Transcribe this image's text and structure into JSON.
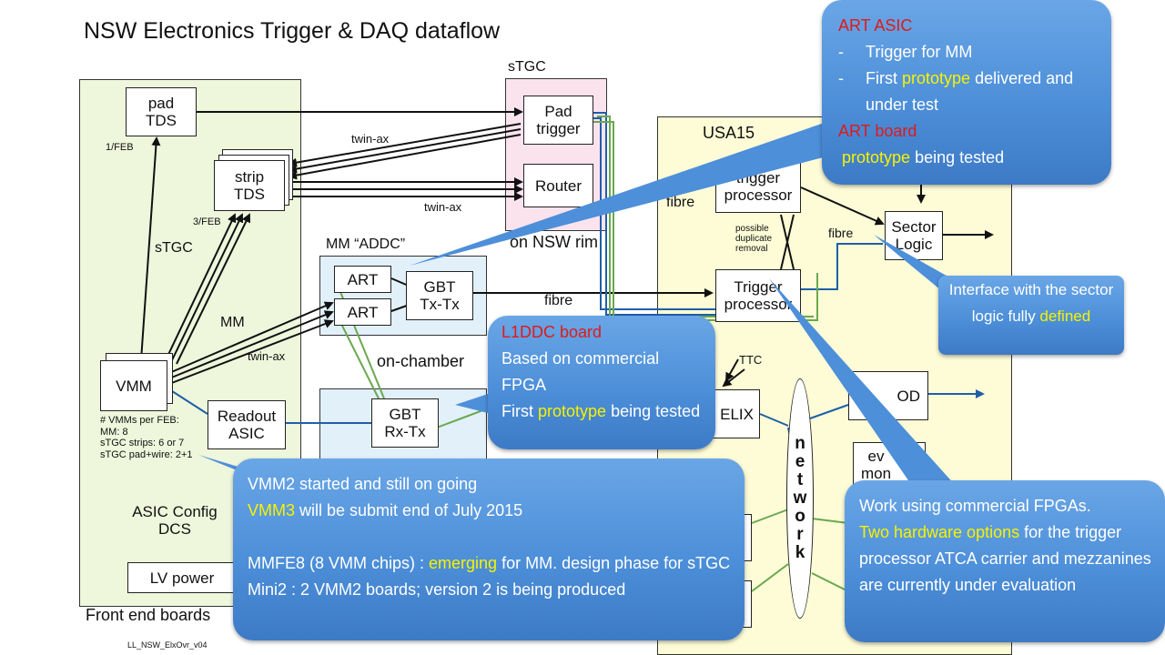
{
  "title": "NSW Electronics Trigger & DAQ dataflow",
  "footer": "LL_NSW_ElxOvr_v04",
  "regions": {
    "frontend": "Front end boards",
    "stgc": "sTGC",
    "nsw_rim": "on NSW rim",
    "mm_addc": "MM “ADDC”",
    "on_chamber": "on-chamber",
    "usa15": "USA15"
  },
  "boxes": {
    "pad_tds": "pad\nTDS",
    "strip_tds": "strip\nTDS",
    "vmm": "VMM",
    "readout_asic": "Readout\nASIC",
    "asic_config": "ASIC Config\nDCS",
    "lv_power": "LV power",
    "pad_trigger": "Pad\ntrigger",
    "router": "Router",
    "art1": "ART",
    "art2": "ART",
    "gbt_txtx": "GBT\nTx-Tx",
    "gbt_rxtx": "GBT\nRx-Tx",
    "trigger_processor_top": "trigger\nprocessor",
    "trigger_processor_bottom": "Trigger\nprocessor",
    "sector_logic": "Sector\nLogic",
    "felix": "ELIX",
    "rod": "OD",
    "event_monitor": "ev\nmon",
    "network": "n\ne\nt\nw\no\nr\nk"
  },
  "labels": {
    "per_feb_1": "1/FEB",
    "per_feb_3": "3/FEB",
    "stgc": "sTGC",
    "mm": "MM",
    "twinax_top": "twin-ax",
    "twinax_mid": "twin-ax",
    "twinax_vmm": "twin-ax",
    "fibre_mid": "fibre",
    "fibre_left": "fibre",
    "fibre_right": "fibre",
    "dup_removal": "possible\nduplicate\nremoval",
    "ttc": "TTC",
    "vmm_notes": [
      "# VMMs per FEB:",
      "MM: 8",
      "sTGC strips: 6 or 7",
      "sTGC pad+wire: 2+1"
    ]
  },
  "callouts": {
    "art_asic": {
      "h1": "ART ASIC",
      "b1": "Trigger for MM",
      "b2_pre": "First ",
      "b2_hl": "prototype",
      "b2_post": " delivered and under test",
      "h2": "ART board",
      "l5_hl": "prototype",
      "l5_post": " being tested"
    },
    "interface": {
      "text": "Interface with the sector logic fully ",
      "hl": "defined"
    },
    "l1ddc": {
      "head": "L1DDC board",
      "l1": "Based on commercial FPGA",
      "l2_pre": "First ",
      "l2_hl": "prototype",
      "l2_post": " being tested"
    },
    "vmm2": {
      "l1": "VMM2 started and still on going",
      "l2_hl": "VMM3",
      "l2_post": " will be submit end of July 2015",
      "l3_pre": "MMFE8 (8 VMM chips) : ",
      "l3_hl": "emerging",
      "l3_post": " for MM. design phase for sTGC",
      "l4": "Mini2 : 2 VMM2 boards; version 2 is being produced"
    },
    "work": {
      "l1": "Work using commercial FPGAs.",
      "l2_hl": "Two hardware options",
      "l2_post": " for the trigger processor ATCA carrier and mezzanines are currently under evaluation"
    }
  },
  "colors": {
    "frontend_bg": "#eef6dc",
    "stgc_bg": "#fbe3ee",
    "usa15_bg": "#fdfcd7",
    "addc_bg": "#e2f0fa",
    "callout_bg": "#4d8fd9",
    "highlight": "#f7f200",
    "heading_red": "#e01a1a",
    "link_blue": "#1f5fa8",
    "link_green": "#6aa84f"
  }
}
